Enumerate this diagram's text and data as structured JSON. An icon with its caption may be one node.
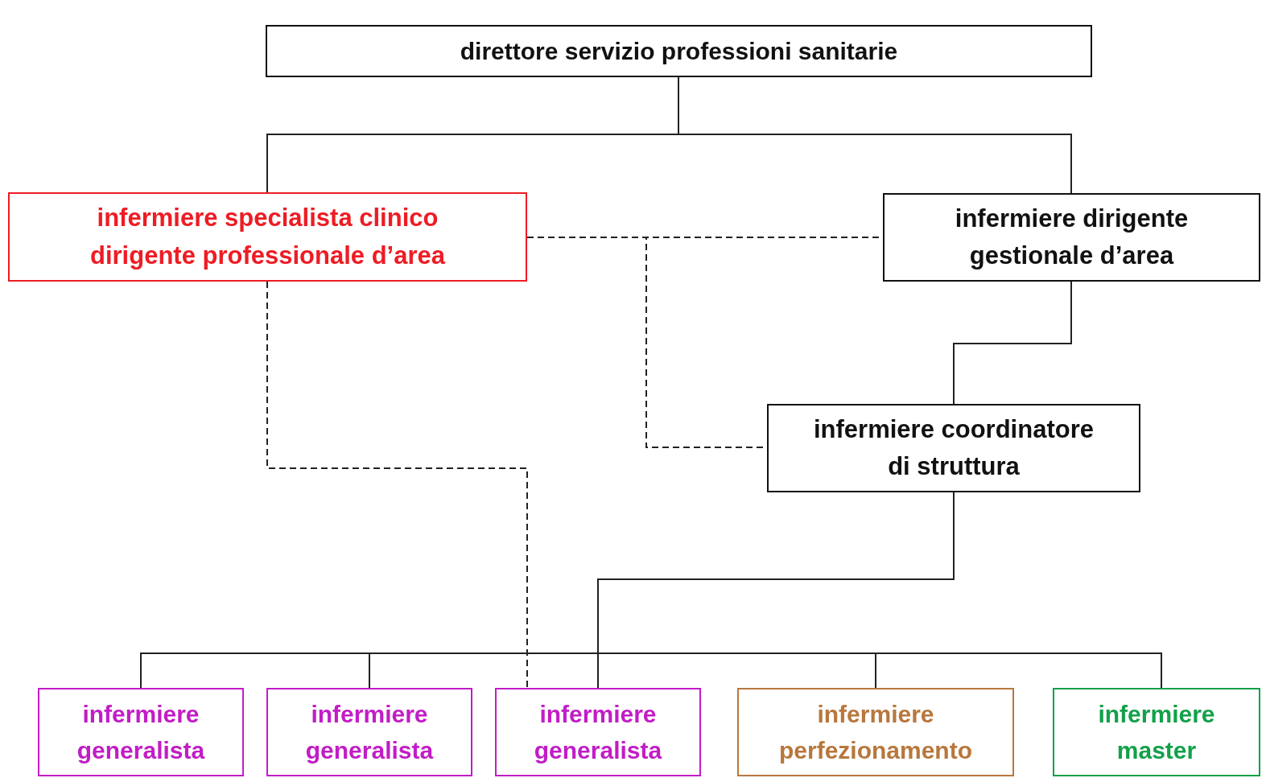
{
  "diagram": {
    "nodes": [
      {
        "text": [
          "direttore servizio professioni sanitarie"
        ]
      },
      {
        "text": [
          "infermiere specialista clinico dirigente professionale d’area"
        ]
      },
      {
        "text": [
          "infermiere dirigente gestionale d’area"
        ]
      },
      {
        "text": [
          "infermiere coordinatore di struttura"
        ]
      },
      {
        "text": [
          "infermiere generalista"
        ]
      },
      {
        "text": [
          "infermiere generalista"
        ]
      },
      {
        "text": [
          "infermiere generalista"
        ]
      },
      {
        "text": [
          "infermiere perfezionamento"
        ]
      },
      {
        "text": [
          "infermiere master"
        ]
      }
    ],
    "edges": [
      {
        "from": 0,
        "to": 1,
        "arrow": "none"
      },
      {
        "from": 0,
        "to": 2,
        "arrow": "none"
      },
      {
        "from": 1,
        "to": 2,
        "arrow": "none",
        "style": "dashed"
      },
      {
        "from": 1,
        "to": 3,
        "arrow": "none",
        "style": "dashed"
      },
      {
        "from": 2,
        "to": 3,
        "arrow": "none"
      },
      {
        "from": 3,
        "to": 4,
        "arrow": "none"
      },
      {
        "from": 3,
        "to": 5,
        "arrow": "none"
      },
      {
        "from": 3,
        "to": 6,
        "arrow": "none"
      },
      {
        "from": 3,
        "to": 7,
        "arrow": "none"
      },
      {
        "from": 3,
        "to": 8,
        "arrow": "none"
      },
      {
        "from": 1,
        "to": 6,
        "arrow": "none",
        "style": "dashed"
      }
    ]
  }
}
